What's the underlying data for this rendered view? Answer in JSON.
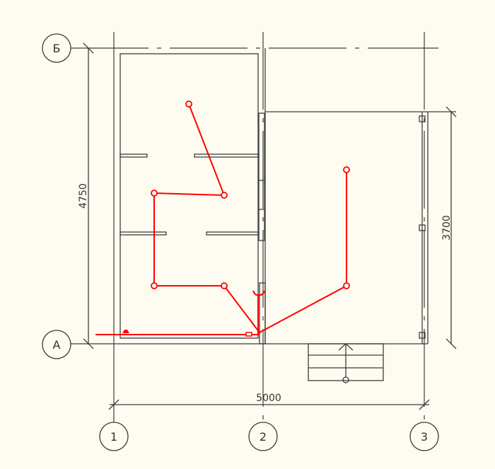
{
  "axes": {
    "rows": [
      {
        "label": "Б"
      },
      {
        "label": "А"
      }
    ],
    "columns": [
      {
        "label": "1"
      },
      {
        "label": "2"
      },
      {
        "label": "3"
      }
    ]
  },
  "dimensions": {
    "left_height": "4750",
    "right_height": "3700",
    "bottom_width": "5000"
  },
  "colors": {
    "background": "#fefcf0",
    "lines": "#3c3c3c",
    "piping": "#ff0000"
  }
}
